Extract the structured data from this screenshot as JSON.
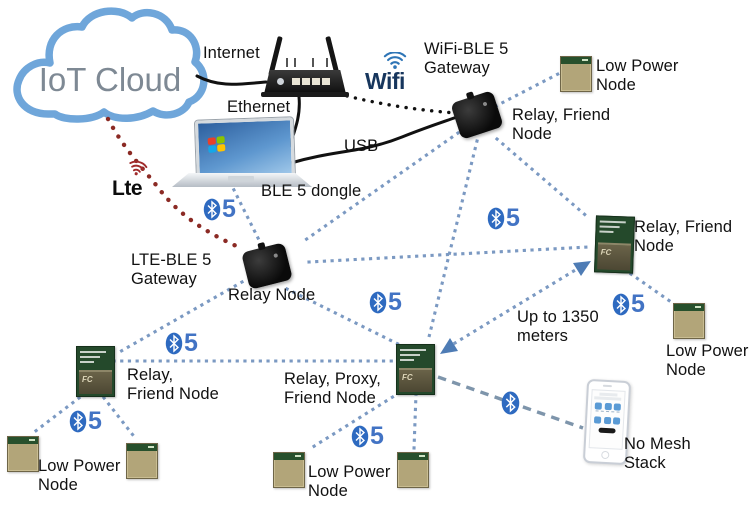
{
  "cloud": {
    "label": "IoT Cloud"
  },
  "logos": {
    "wifi": "Wifi",
    "lte": "Lte"
  },
  "links": {
    "internet": "Internet",
    "ethernet": "Ethernet",
    "usb": "USB",
    "ble_dongle": "BLE 5 dongle",
    "range": "Up to 1350\nmeters",
    "bt5": "5"
  },
  "nodes": {
    "wifi_gateway": "WiFi-BLE 5\nGateway",
    "relay_friend_top": "Relay, Friend\nNode",
    "low_power_top_right": "Low Power\nNode",
    "relay_friend_right": "Relay, Friend\nNode",
    "lte_gateway": "LTE-BLE 5\nGateway",
    "relay_node": "Relay Node",
    "relay_friend_left": "Relay,\nFriend Node",
    "relay_proxy_friend": "Relay, Proxy,\nFriend Node",
    "low_power_right": "Low Power\nNode",
    "low_power_bottom_left": "Low Power\nNode",
    "low_power_bottom_center": "Low Power\nNode",
    "no_mesh_stack": "No Mesh\nStack"
  },
  "device_marks": {
    "fcc": "FC"
  },
  "colors": {
    "cloud_outline": "#6fa6da",
    "cloud_text": "#7e8994",
    "bt_accent": "#4273c4",
    "mesh_link": "#7b99c2",
    "lte_link": "#8b2a24",
    "wifi_text": "#17365d",
    "lte_arcs": "#a02b2b"
  }
}
